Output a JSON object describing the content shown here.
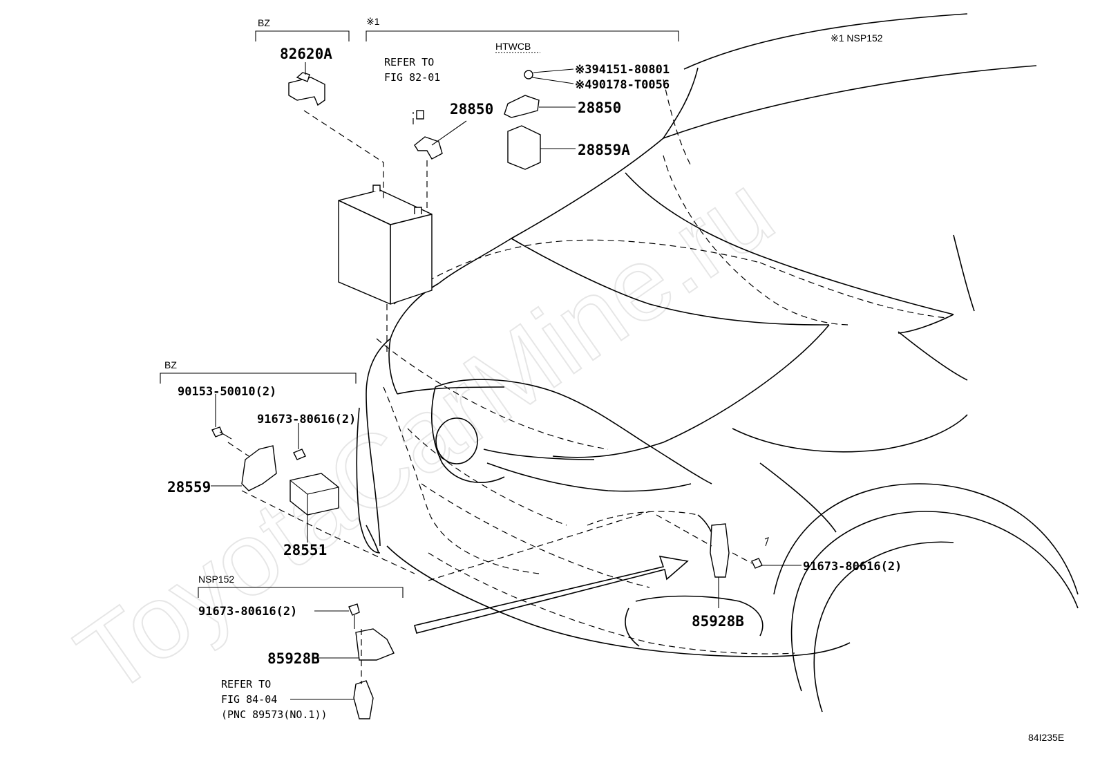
{
  "watermark": "ToyotaCarMine.ru",
  "figure_code": "84I235E",
  "note_top_right": "※1 NSP152",
  "groups": {
    "bz_top": "BZ",
    "note1": "※1",
    "htwcb": "HTWCB",
    "bz_mid": "BZ",
    "nsp152": "NSP152"
  },
  "parts": {
    "p82620A": "82620A",
    "refer_fig82_line1": "REFER TO",
    "refer_fig82_line2": "FIG 82-01",
    "p28850_a": "28850",
    "p94151": "※394151-80801",
    "p90178": "※490178-T0056",
    "p28850_b": "28850",
    "p28859A": "28859A",
    "p90153": "90153-50010(2)",
    "p91673_a": "91673-80616(2)",
    "p28559": "28559",
    "p28551": "28551",
    "p91673_b": "91673-80616(2)",
    "p85928B_a": "85928B",
    "p91673_c": "91673-80616(2)",
    "p85928B_b": "85928B",
    "refer_fig84_line1": "REFER TO",
    "refer_fig84_line2": "FIG 84-04",
    "refer_fig84_line3": "(PNC 89573(NO.1))"
  }
}
